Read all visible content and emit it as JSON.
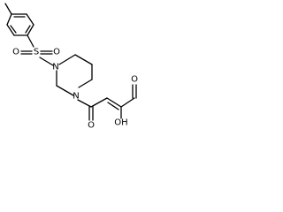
{
  "molecule": {
    "atoms": {
      "sulfur": "S",
      "sulfonyl_oxygen_left": "O",
      "sulfonyl_oxygen_right": "O",
      "piperazine_nitrogen_top": "N",
      "piperazine_nitrogen_bottom": "N",
      "carbonyl_oxygen": "O",
      "hydroxyl": "OH"
    }
  }
}
